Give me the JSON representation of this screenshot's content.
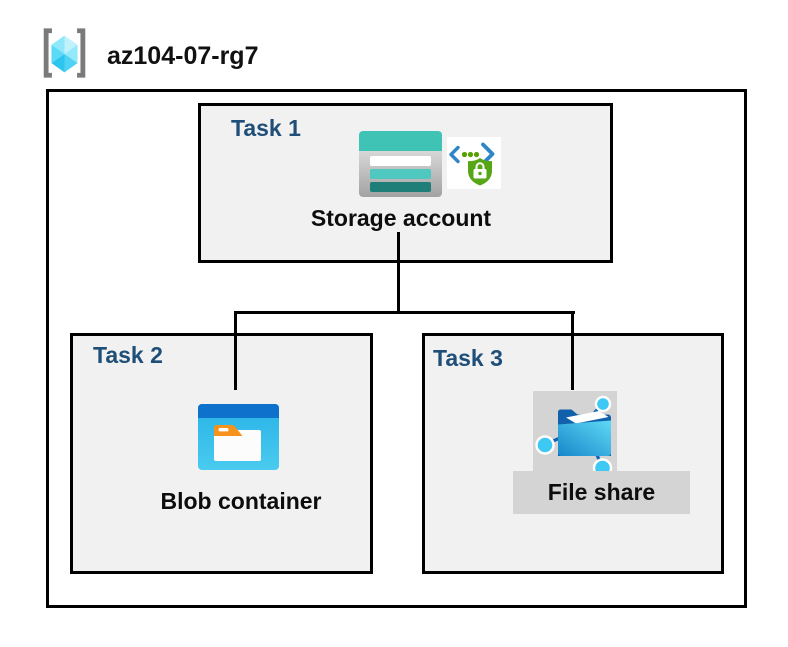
{
  "header": {
    "resource_group_name": "az104-07-rg7",
    "resource_group_icon": "resource-group-icon"
  },
  "diagram": {
    "tasks": [
      {
        "label": "Task 1",
        "item": "Storage account",
        "icons": [
          "storage-account-icon",
          "api-security-icon"
        ]
      },
      {
        "label": "Task 2",
        "item": "Blob container",
        "icons": [
          "blob-container-icon"
        ]
      },
      {
        "label": "Task 3",
        "item": "File share",
        "icons": [
          "file-share-icon"
        ]
      }
    ],
    "connections": [
      {
        "from": "Storage account",
        "to": "Blob container"
      },
      {
        "from": "Storage account",
        "to": "File share"
      }
    ]
  },
  "colors": {
    "task_label_navy": "#1F4E79",
    "box_fill_gray": "#F1F1F1",
    "border_black": "#000000",
    "storage_teal": "#3EC3B4",
    "storage_teal_row": "#4FC9C0",
    "storage_teal_dark": "#1F7F78",
    "blob_header_blue": "#0E72CC",
    "blob_body_blue": "#2CB5E8",
    "folder_tab_orange": "#F6921E",
    "shield_green": "#57A616",
    "api_bracket_blue": "#2E86C8",
    "api_dot_green": "#58A000",
    "share_node_cyan": "#3EC9F4",
    "share_folder_dark_blue": "#1060AC",
    "chip_gray": "#D4D4D4",
    "rg_cube_cyan": "#55DAF6",
    "rg_bracket_gray": "#7A7A7A"
  }
}
